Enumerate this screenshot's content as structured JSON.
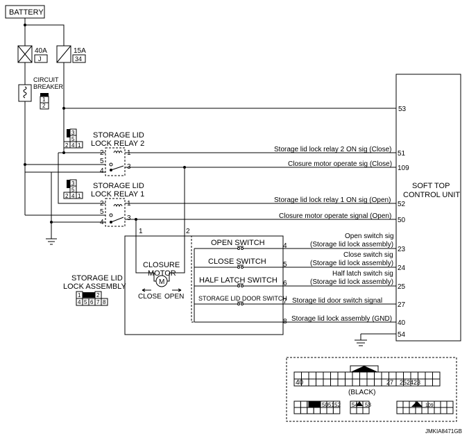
{
  "title_box": "BATTERY",
  "fuses": [
    {
      "rating": "40A",
      "code": "J"
    },
    {
      "rating": "15A",
      "code": "34"
    }
  ],
  "circuit_breaker": {
    "line1": "CIRCUIT",
    "line2": "BREAKER",
    "pins": [
      "1",
      "2"
    ]
  },
  "relay2": {
    "name_line1": "STORAGE LID",
    "name_line2": "LOCK RELAY 2",
    "connector_pins": [
      "3",
      "5",
      "2",
      "4",
      "1"
    ],
    "pins": [
      "2",
      "1",
      "5",
      "4",
      "3"
    ]
  },
  "relay1": {
    "name_line1": "STORAGE LID",
    "name_line2": "LOCK RELAY 1",
    "connector_pins": [
      "3",
      "5",
      "2",
      "4",
      "1"
    ],
    "pins": [
      "2",
      "1",
      "5",
      "4",
      "3"
    ]
  },
  "control_unit": {
    "line1": "SOFT TOP",
    "line2": "CONTROL UNIT"
  },
  "signals": [
    {
      "pin": "53",
      "label": ""
    },
    {
      "pin": "51",
      "label": "Storage lid lock relay 2 ON sig (Close)"
    },
    {
      "pin": "109",
      "label": "Closure motor operate sig (Close)"
    },
    {
      "pin": "52",
      "label": "Storage lid lock relay 1 ON sig (Open)"
    },
    {
      "pin": "50",
      "label": "Closure motor operate signal (Open)"
    },
    {
      "pin": "23",
      "label": "Open switch sig",
      "label2": "(Storage lid lock assembly)"
    },
    {
      "pin": "24",
      "label": "Close switch sig",
      "label2": "(Storage lid lock assembly)"
    },
    {
      "pin": "25",
      "label": "Half latch switch sig",
      "label2": "(Storage lid lock assembly)"
    },
    {
      "pin": "27",
      "label": "Storage lid door switch signal"
    },
    {
      "pin": "40",
      "label": "Storage lid lock assembly (GND)"
    },
    {
      "pin": "54",
      "label": ""
    }
  ],
  "assembly": {
    "name_line1": "STORAGE LID",
    "name_line2": "LOCK ASSEMBLY",
    "motor_line1": "CLOSURE",
    "motor_line2": "MOTOR",
    "motor_symbol": "M",
    "close_label": "CLOSE",
    "open_label": "OPEN",
    "motor_pins": [
      "1",
      "2"
    ],
    "switches": [
      {
        "name": "OPEN SWITCH",
        "pin": "4"
      },
      {
        "name": "CLOSE SWITCH",
        "pin": "5"
      },
      {
        "name": "HALF LATCH SWITCH",
        "pin": "6"
      },
      {
        "name": "STORAGE LID DOOR SWITCH",
        "pin": "7"
      }
    ],
    "gnd_pin": "8",
    "connector_pins": [
      "1",
      "2",
      "4",
      "5",
      "6",
      "7",
      "8"
    ]
  },
  "connector_view": {
    "color_label": "(BLACK)",
    "row1_pins": [
      "40",
      "27",
      "25",
      "24",
      "23"
    ],
    "small1_pins": [
      "50",
      "51",
      "52"
    ],
    "small2_pins": [
      "54",
      "53"
    ],
    "small3_pins": [
      "109"
    ]
  },
  "figure_code": "JMKIA8471GB"
}
